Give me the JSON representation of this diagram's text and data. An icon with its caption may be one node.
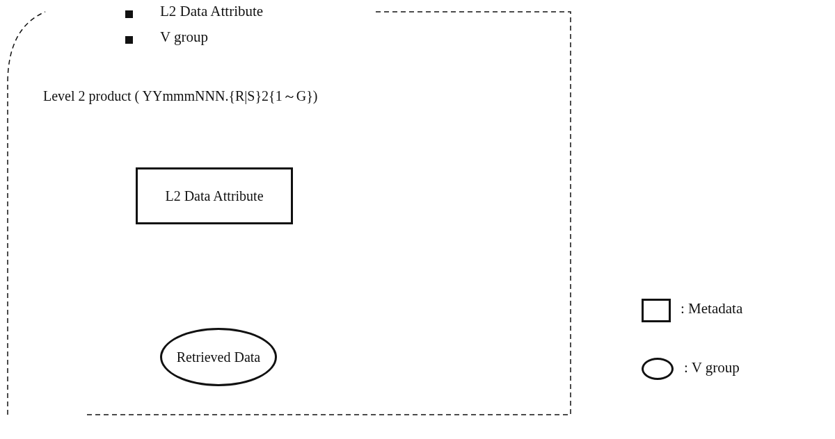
{
  "diagram": {
    "nodes": [
      {
        "text": [
          "Level 2 product ( YYmmmNNN.{R|S}2{1～G})"
        ]
      },
      {
        "text": [
          "L2 Data Attribute"
        ],
        "in": 0
      },
      {
        "text": [
          "Retrieved Data"
        ],
        "in": 0
      }
    ],
    "labels": [
      "L2 Data Attribute",
      "V group"
    ],
    "legend": [
      {
        "text": ": Metadata"
      },
      {
        "text": ": V group"
      }
    ]
  }
}
